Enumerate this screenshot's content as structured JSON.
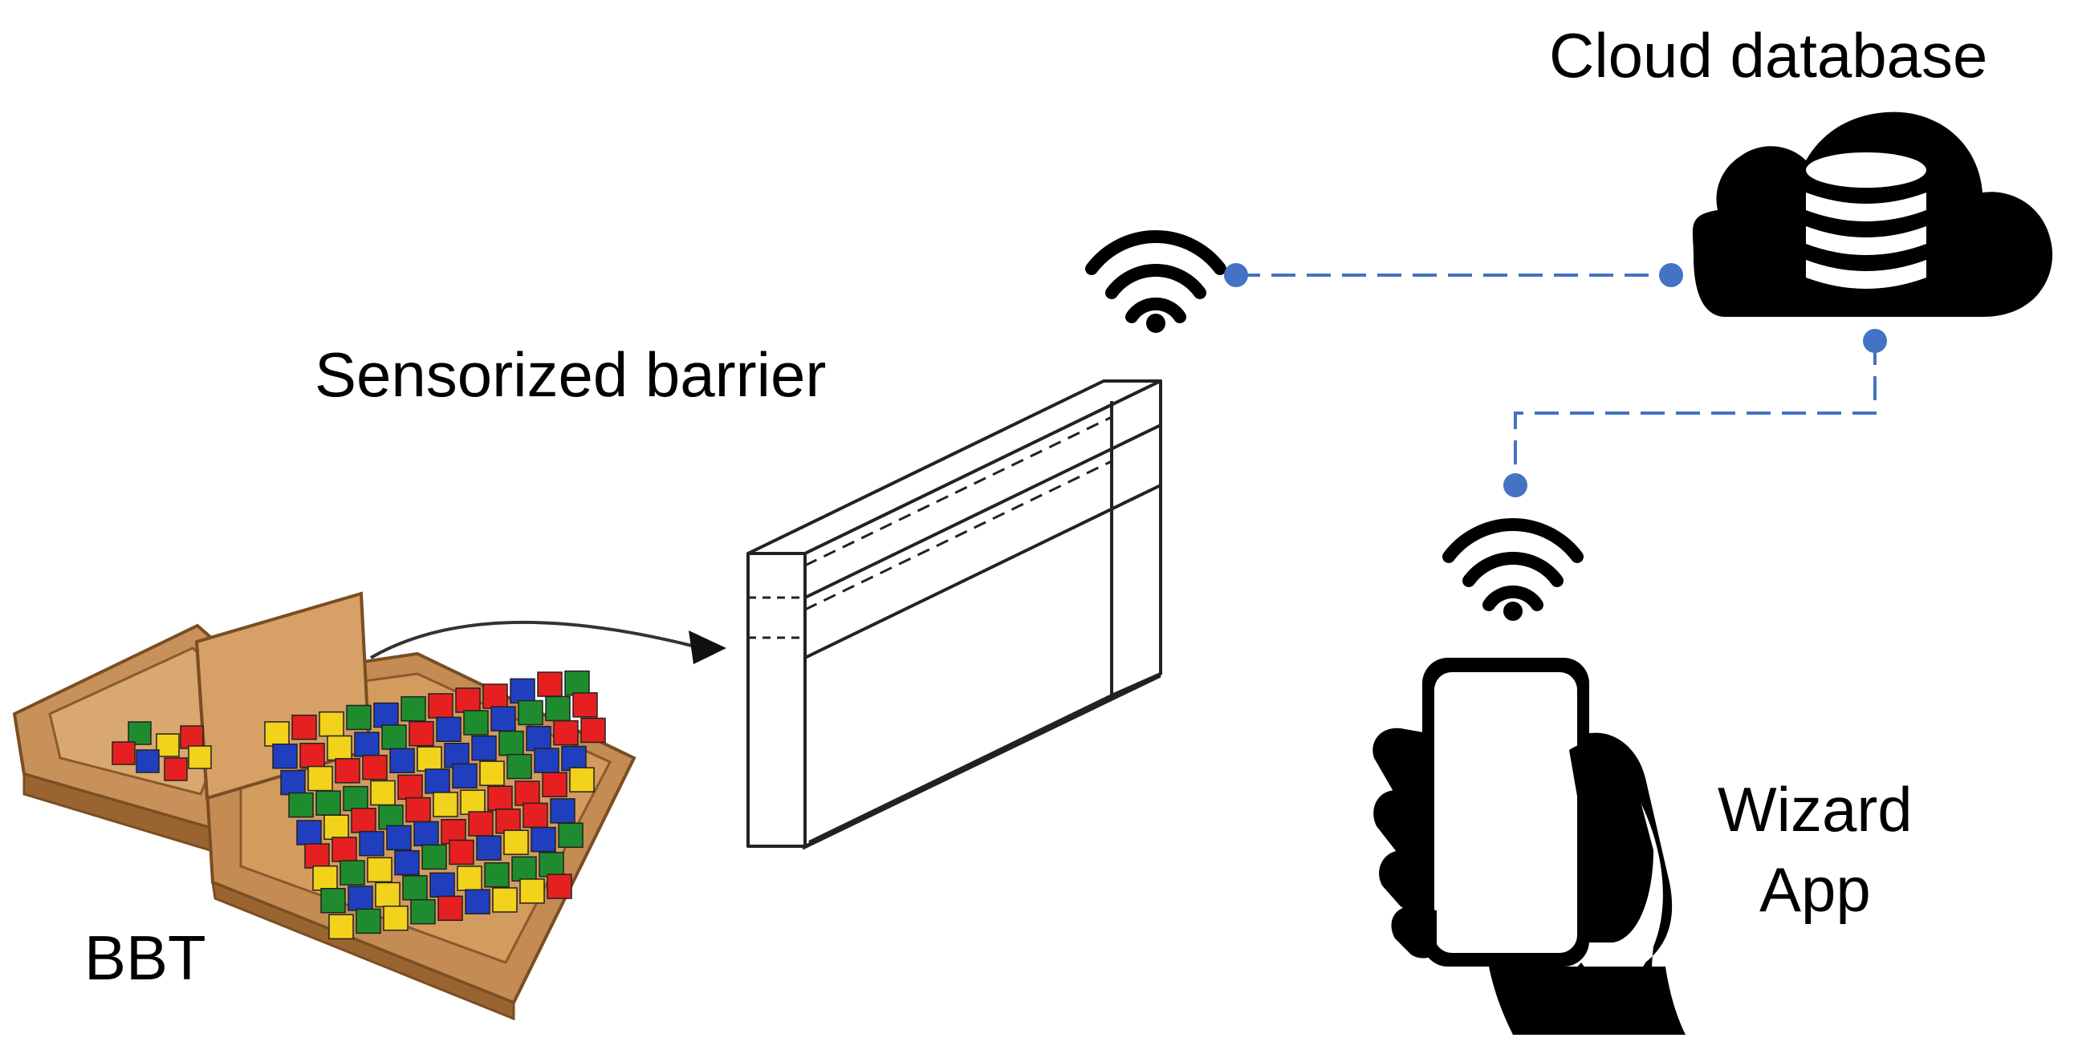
{
  "labels": {
    "cloud": "Cloud database",
    "barrier": "Sensorized barrier",
    "bbt": "BBT",
    "wizard_line1": "Wizard",
    "wizard_line2": "App"
  },
  "colors": {
    "link": "#4472C4",
    "icon": "#000000",
    "wood": "#B8834A",
    "wood_dark": "#8A5A2B",
    "cube_colors": [
      "#E62020",
      "#1F3FBF",
      "#F2D21B",
      "#1E8C2E",
      "#E9E9E9"
    ]
  },
  "icons": [
    "wifi-icon",
    "cloud-database-icon",
    "smartphone-in-hand-icon"
  ]
}
